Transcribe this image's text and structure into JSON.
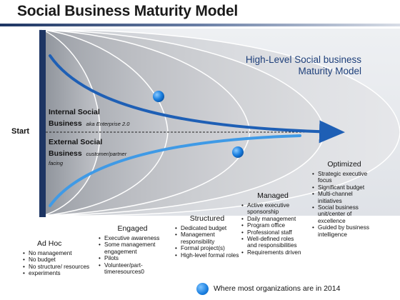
{
  "title": "Social Business Maturity Model",
  "highlevel_title_lines": [
    "High-Level Social business",
    "Maturity Model"
  ],
  "start_label": "Start",
  "internal": {
    "line1": "Internal Social",
    "line2": "Business",
    "aka": "aka Enterprise 2.0"
  },
  "external": {
    "line1": "External Social",
    "line2": "Business",
    "aka": "customer/partner",
    "aka2": "facing"
  },
  "stages": [
    {
      "name": "Ad Hoc",
      "items": [
        "No management",
        "No budget",
        "No structure/ resources",
        "experiments"
      ]
    },
    {
      "name": "Engaged",
      "items": [
        "Executive awareness",
        "Some management engagement",
        "Pilots",
        "Volunteer/part-timeresources0"
      ]
    },
    {
      "name": "Structured",
      "items": [
        "Dedicated budget",
        "Management responsibility",
        "Formal project(s)",
        "High-level formal roles"
      ]
    },
    {
      "name": "Managed",
      "items": [
        "Active executive sponsorship",
        "Daily management",
        "Program office",
        "Professional staff",
        "Well-defined roles and responsibilities",
        "Requirements driven"
      ]
    },
    {
      "name": "Optimized",
      "items": [
        "Strategic executive focus",
        "Significant budget",
        "Multi-channel initiatives",
        "Social business unit/center of excellence",
        "Guided by business intelligence"
      ]
    }
  ],
  "legend": "Where most organizations are in 2014",
  "colors": {
    "accent_blue": "#1e5fb5",
    "dot_blue": "#1a7fe0",
    "bar_navy": "#1d3563",
    "heading_blue": "#1e3f7a"
  }
}
